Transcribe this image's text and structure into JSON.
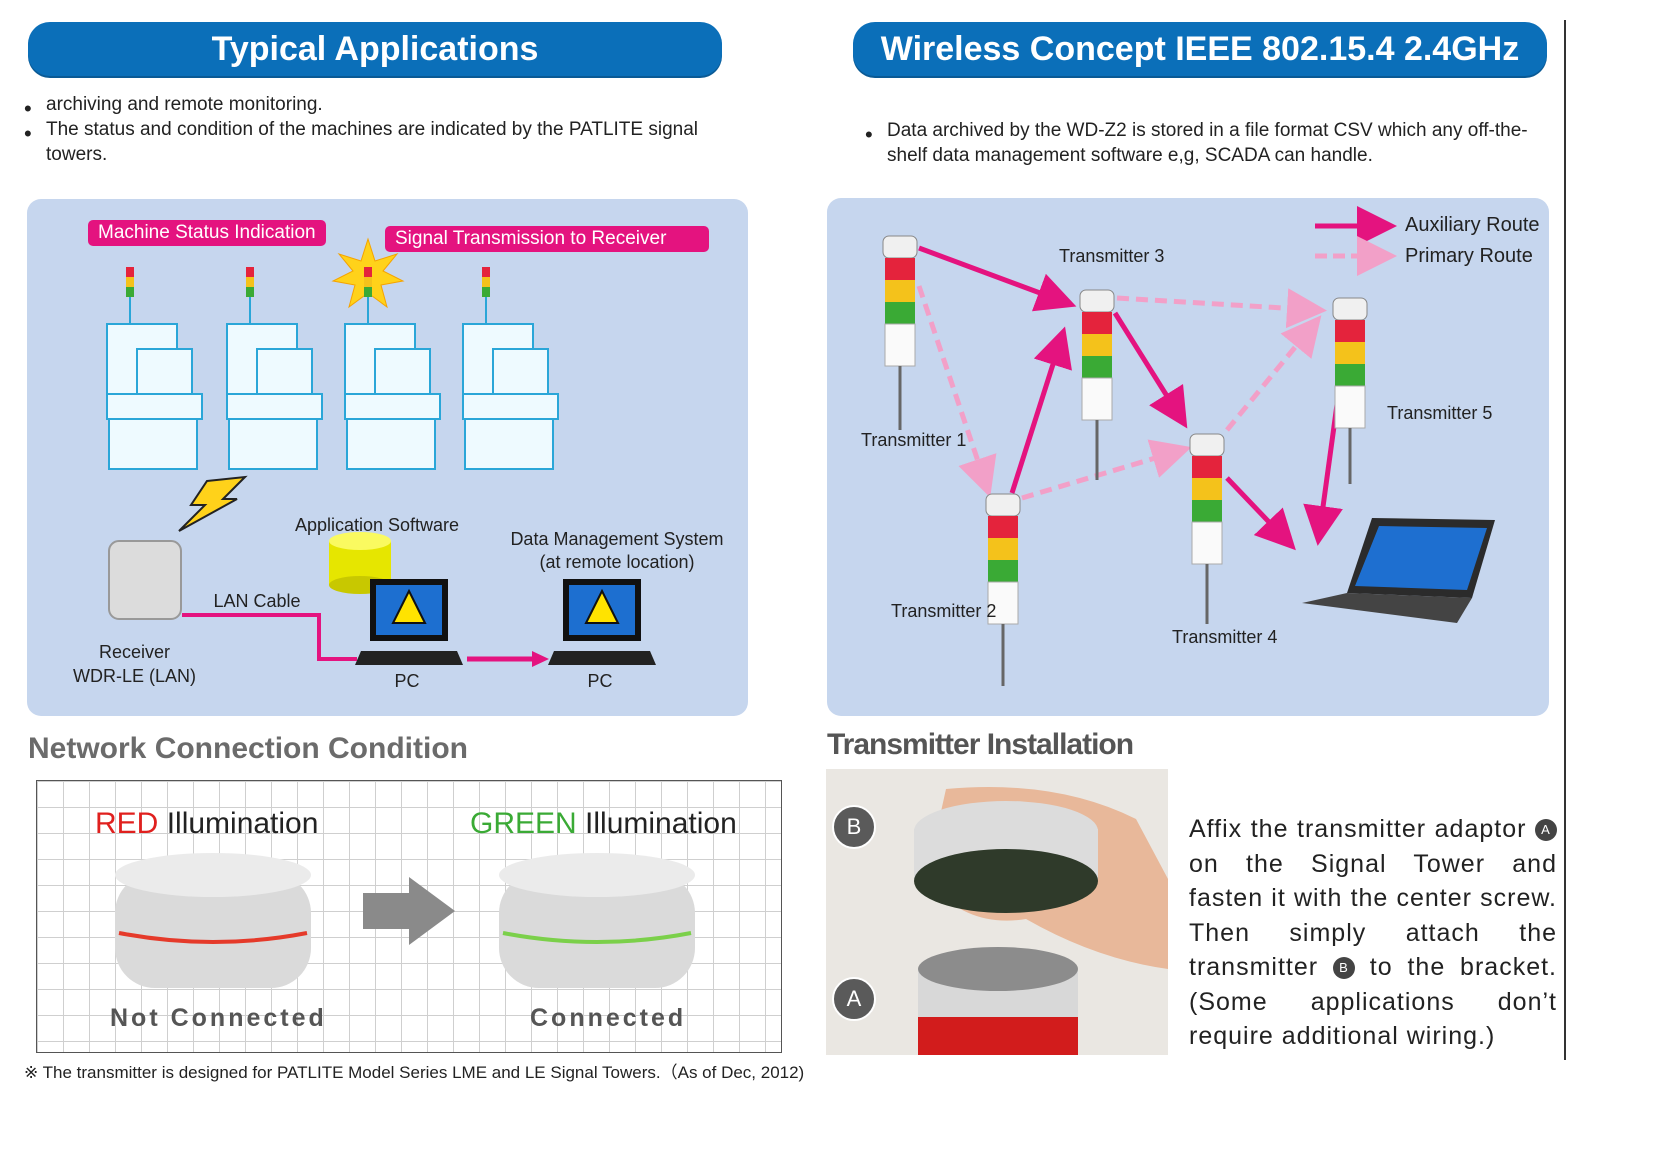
{
  "left_header": "Typical Applications",
  "right_header": "Wireless Concept IEEE 802.15.4 2.4GHz",
  "left_bullets": [
    "archiving and remote monitoring.",
    "The status and condition of the machines are indicated by the PATLITE signal towers."
  ],
  "right_bullets": [
    "Data archived by the WD-Z2 is stored in a file format CSV which any off-the-shelf data management software e,g, SCADA can handle."
  ],
  "app_diagram": {
    "machine_status_tag": "Machine Status Indication",
    "signal_tag": "Signal Transmission to Receiver",
    "app_software": "Application Software",
    "data_mgmt_line1": "Data Management System",
    "data_mgmt_line2": "(at remote location)",
    "lan_cable": "LAN Cable",
    "receiver_line1": "Receiver",
    "receiver_line2": "WDR-LE (LAN)",
    "pc1": "PC",
    "pc2": "PC"
  },
  "wireless_diagram": {
    "legend_aux": "Auxiliary Route",
    "legend_primary": "Primary Route",
    "t1": "Transmitter 1",
    "t2": "Transmitter 2",
    "t3": "Transmitter 3",
    "t4": "Transmitter 4",
    "t5": "Transmitter 5"
  },
  "network_title": "Network Connection Condition",
  "network": {
    "red_word": "RED",
    "green_word": "GREEN",
    "illumination": "Illumination",
    "not_connected": "Not Connected",
    "connected": "Connected",
    "footnote": "※ The transmitter is designed for PATLITE Model Series LME and LE Signal Towers.（As of Dec, 2012)"
  },
  "install_title": "Transmitter Installation",
  "install": {
    "badge_a": "A",
    "badge_b": "B",
    "text_1": "Affix the transmitter adaptor",
    "text_2": "on the Signal Tower and fasten it with the center screw.  Then simply attach the transmitter",
    "text_3": "to the bracket.  (Some applications don’t require additional wiring.)"
  },
  "colors": {
    "header_blue": "#0b6fb9",
    "panel_blue": "#c6d6ee",
    "magenta": "#e4137f",
    "pink_dashed": "#f2a0c8",
    "red_text": "#e0201e",
    "green_text": "#3aaa35"
  }
}
